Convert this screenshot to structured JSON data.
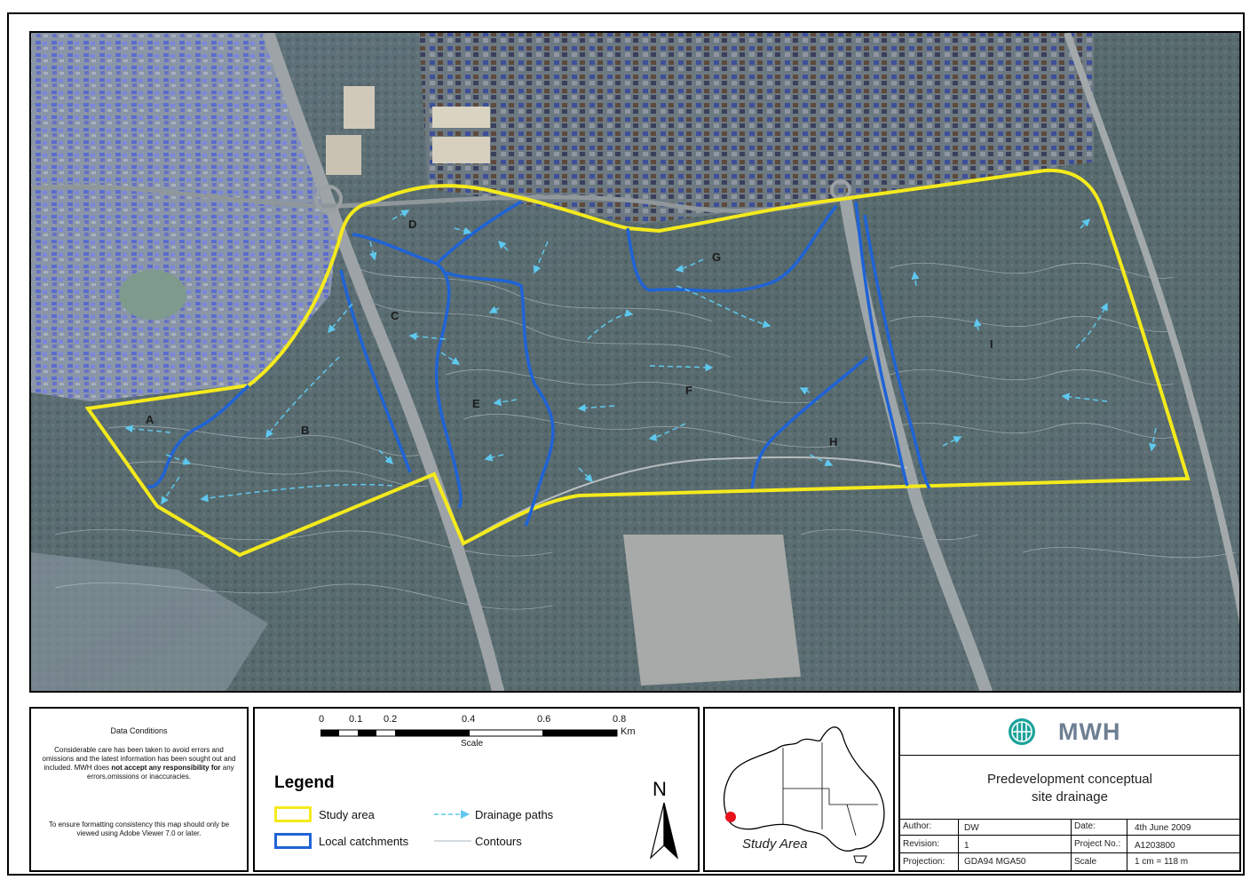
{
  "map": {
    "catchment_labels": [
      "A",
      "B",
      "C",
      "D",
      "E",
      "F",
      "G",
      "H",
      "I"
    ],
    "colors": {
      "study_area": "#f4ea1c",
      "catchment": "#1f63d6",
      "drainage": "#5ec8ee",
      "contour": "#cfd6dc"
    }
  },
  "data_conditions": {
    "title": "Data Conditions",
    "body": "Considerable care has been taken to avoid errors and omissions and the latest information has been sought out and included. MWH does",
    "bold": "not accept any responsibility for",
    "body_end": "any errors,omissions or inaccuracies.",
    "note": "To ensure formatting consistency this map should only be viewed using Adobe Viewer 7.0 or later."
  },
  "scale": {
    "ticks": [
      "0",
      "0.1",
      "0.2",
      "0.4",
      "0.6",
      "0.8"
    ],
    "unit": "Km",
    "label": "Scale"
  },
  "legend": {
    "title": "Legend",
    "items": [
      {
        "label": "Study area",
        "icon": "yellow-box"
      },
      {
        "label": "Local catchments",
        "icon": "blue-box"
      },
      {
        "label": "Drainage paths",
        "icon": "arrow-line"
      },
      {
        "label": "Contours",
        "icon": "thin-line"
      }
    ]
  },
  "north": "N",
  "inset": {
    "label": "Study Area"
  },
  "title_block": {
    "brand": "MWH",
    "title_line1": "Predevelopment conceptual",
    "title_line2": "site drainage",
    "author_label": "Author:",
    "author": "DW",
    "date_label": "Date:",
    "date": "4th June 2009",
    "revision_label": "Revision:",
    "revision": "1",
    "project_label": "Project No.:",
    "project": "A1203800",
    "projection_label": "Projection:",
    "projection": "GDA94 MGA50",
    "scale_label": "Scale",
    "scale": "1 cm = 118 m"
  }
}
